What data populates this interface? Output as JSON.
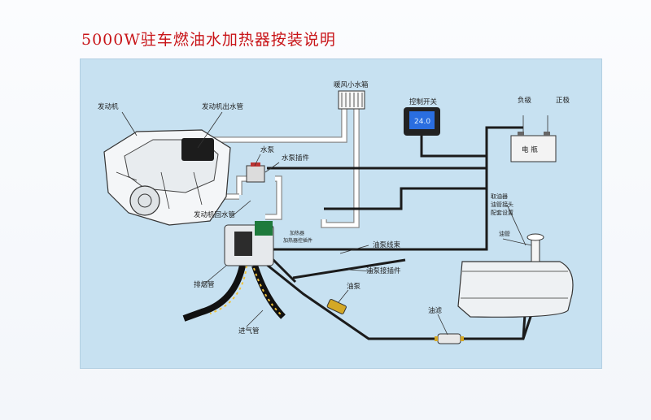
{
  "title": "5000W驻车燃油水加热器按装说明",
  "labels": {
    "engine": "发动机",
    "engine_outlet": "发动机出水管",
    "radiator": "暖风小水箱",
    "control_switch": "控制开关",
    "display": "24.0",
    "negative": "负级",
    "positive": "正极",
    "battery": "电    瓶",
    "water_pump": "水泵",
    "pump_plug": "水泵插件",
    "engine_return": "发动机回水管",
    "ctrl_plug_1": "加热器",
    "ctrl_plug_2": "加热器控插件",
    "wire_harness": "油泵线束",
    "fuel_pump_plug": "油泵接插件",
    "exhaust": "排烟管",
    "fuel_pump": "油泵",
    "intake": "进气管",
    "fuel_filter": "油滤",
    "fuel_tank_fitting_1": "取油器",
    "fuel_tank_fitting_2": "油管接头",
    "fuel_tank_fitting_3": "配套设置",
    "fuel_pick": "油管"
  },
  "colors": {
    "title": "#c81418",
    "panel": "#c7e1f1",
    "wire": "#1b1b1b",
    "pipe": "#ffffff",
    "display": "#2a6ee0"
  }
}
